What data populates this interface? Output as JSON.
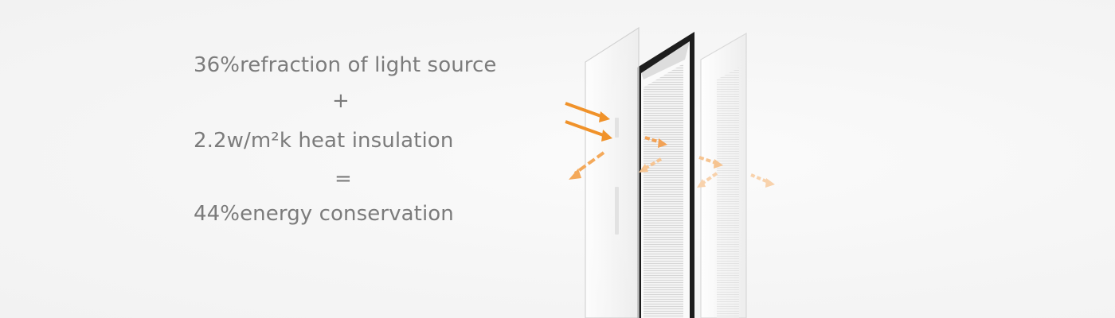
{
  "equation": {
    "line1": "36%refraction of light source",
    "plus": "+",
    "line2": "2.2w/m²k heat insulation",
    "equals": "=",
    "line3": "44%energy conservation"
  },
  "illustration": {
    "arrow_color": "#f0922a",
    "arrow_faded_color": "#f6c491",
    "frame_color": "#1d1d1d"
  }
}
